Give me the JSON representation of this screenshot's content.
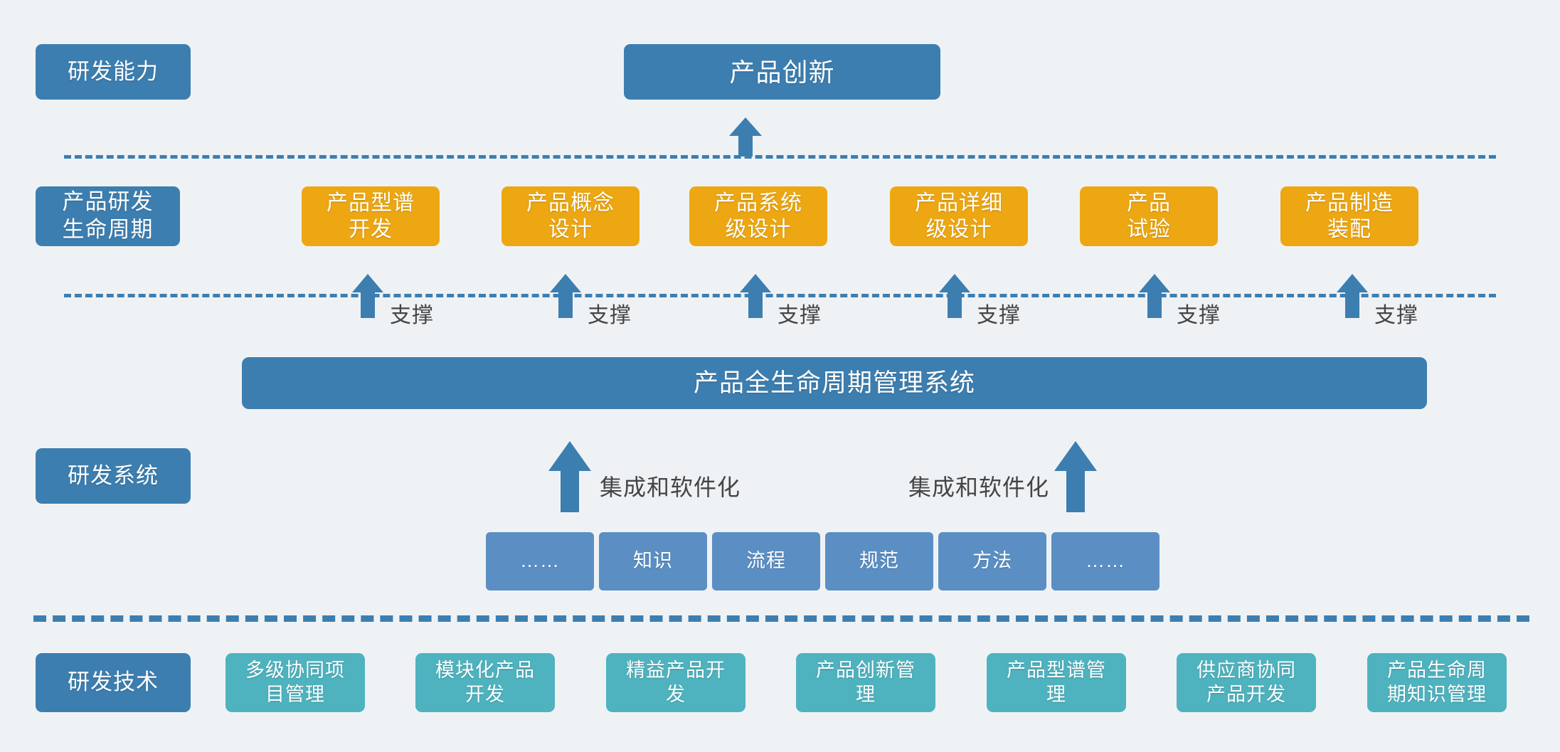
{
  "diagram": {
    "title_hero": "产品创新",
    "background_color": "#eff2f5",
    "colors": {
      "blue": "#3d7eb0",
      "amber": "#eda712",
      "teal": "#4fb3bf",
      "light_blue": "#5b8fc4",
      "dash": "#3d7eb0",
      "annotation_text": "#454545"
    },
    "row_labels": [
      {
        "key": "capability",
        "label": "研发能力"
      },
      {
        "key": "lifecycle",
        "label": "产品研发\n生命周期"
      },
      {
        "key": "system",
        "label": "研发系统"
      },
      {
        "key": "technology",
        "label": "研发技术"
      }
    ],
    "hero": {
      "label": "产品创新"
    },
    "lifecycle_stages": [
      {
        "label": "产品型谱\n开发"
      },
      {
        "label": "产品概念\n设计"
      },
      {
        "label": "产品系统\n级设计"
      },
      {
        "label": "产品详细\n级设计"
      },
      {
        "label": "产品\n试验"
      },
      {
        "label": "产品制造\n装配"
      }
    ],
    "support_label": "支撑",
    "support_labels": [
      "支撑",
      "支撑",
      "支撑",
      "支撑",
      "支撑",
      "支撑"
    ],
    "system_bar": {
      "label": "产品全生命周期管理系统"
    },
    "integration_labels": [
      "集成和软件化",
      "集成和软件化"
    ],
    "assets": [
      {
        "label": "……"
      },
      {
        "label": "知识"
      },
      {
        "label": "流程"
      },
      {
        "label": "规范"
      },
      {
        "label": "方法"
      },
      {
        "label": "……"
      }
    ],
    "technologies": [
      {
        "label": "多级协同项\n目管理"
      },
      {
        "label": "模块化产品\n开发"
      },
      {
        "label": "精益产品开\n发"
      },
      {
        "label": "产品创新管\n理"
      },
      {
        "label": "产品型谱管\n理"
      },
      {
        "label": "供应商协同\n产品开发"
      },
      {
        "label": "产品生命周\n期知识管理"
      }
    ]
  }
}
